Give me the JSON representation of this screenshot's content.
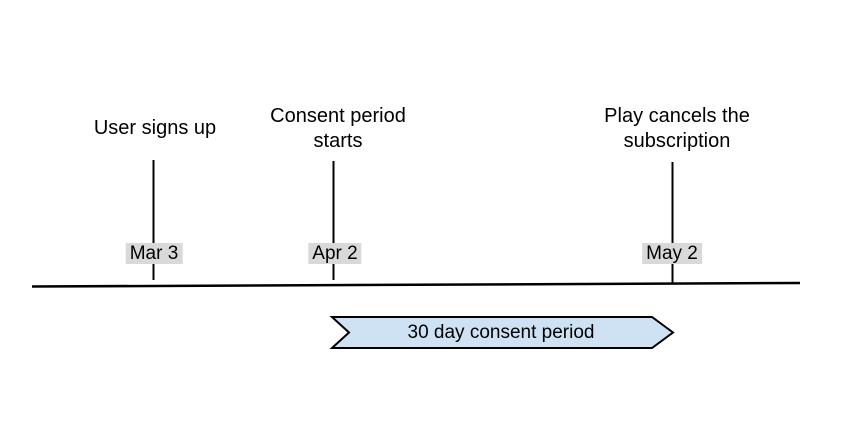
{
  "diagram": {
    "background": "#ffffff",
    "ink_color": "#000000",
    "date_badge_bg": "#d9d9d9",
    "events": [
      {
        "label": "User signs up",
        "date": "Mar 3"
      },
      {
        "label": "Consent period\nstarts",
        "date": "Apr 2"
      },
      {
        "label": "Play cancels the\nsubscription",
        "date": "May 2"
      }
    ],
    "banner": {
      "label": "30 day consent period",
      "fill": "#cfe2f3",
      "border": "#000000"
    }
  }
}
